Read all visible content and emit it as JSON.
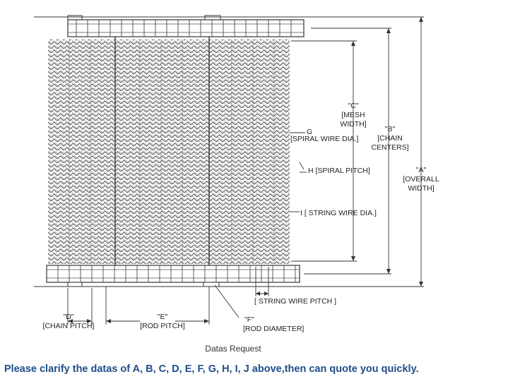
{
  "diagram": {
    "labels": {
      "a": [
        "\"A\"",
        "[OVERALL",
        "WIDTH]"
      ],
      "b": [
        "\"B\"",
        "[CHAIN",
        "CENTERS]"
      ],
      "c": [
        "\"C\"",
        "[MESH",
        "WIDTH]"
      ],
      "g": [
        "G",
        "[SPIRAL WIRE DIA.]"
      ],
      "h": "H [SPIRAL PITCH]",
      "i": "I [ STRING WIRE DIA.]",
      "j": "[ STRING WIRE PITCH ]",
      "d": [
        "\"D\"",
        "[CHAIN PITCH]"
      ],
      "e": [
        "\"E\"",
        "[ROD PITCH]"
      ],
      "f": [
        "\"F\"",
        "[ROD DIAMETER]"
      ]
    }
  },
  "caption": "Datas Request",
  "call_to_action": "Please clarify the datas of A, B, C, D, E, F, G, H, I, J above,then can quote you quickly.",
  "colors": {
    "line": "#333333",
    "cta": "#1f4e8c"
  }
}
